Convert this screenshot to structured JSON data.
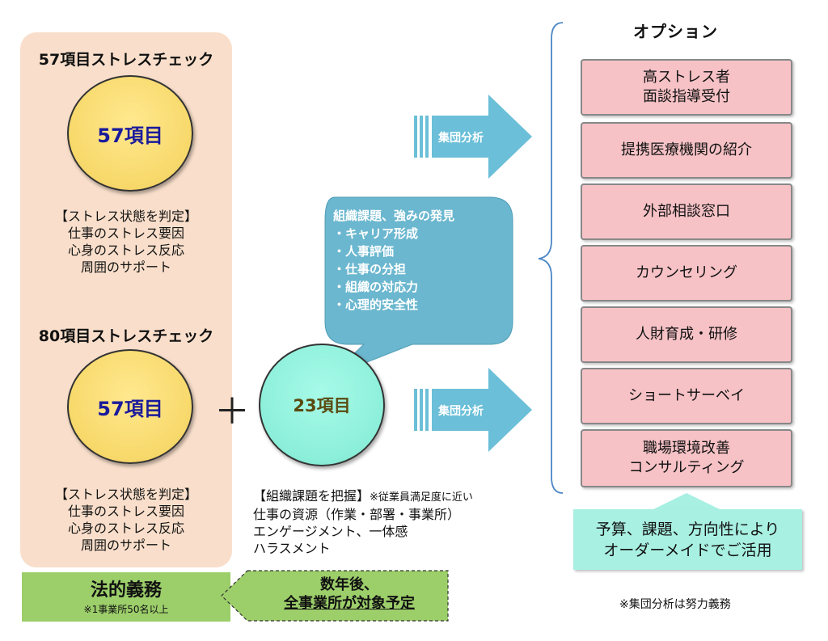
{
  "left": {
    "check57": {
      "title": "57項目ストレスチェック",
      "circle_label": "57項目",
      "desc": [
        "【ストレス状態を判定】",
        "仕事のストレス要因",
        "心身のストレス反応",
        "周囲のサポート"
      ]
    },
    "check80": {
      "title": "80項目ストレスチェック",
      "circle_label": "57項目",
      "desc": [
        "【ストレス状態を判定】",
        "仕事のストレス要因",
        "心身のストレス反応",
        "周囲のサポート"
      ]
    },
    "legal": {
      "title": "法的義務",
      "note": "※1事業所50名以上"
    }
  },
  "plus_symbol": "＋",
  "middle": {
    "circle_label": "23項目",
    "desc": {
      "heading": "【組織課題を把握】",
      "heading_note": "※従業員満足度に近い",
      "lines": [
        "仕事の資源（作業・部署・事業所）",
        "エンゲージメント、一体感",
        "ハラスメント"
      ]
    },
    "callout": {
      "title": "組織課題、強みの発見",
      "items": [
        "・キャリア形成",
        "・人事評価",
        "・仕事の分担",
        "・組織の対応力",
        "・心理的安全性"
      ]
    },
    "future": {
      "line1": "数年後、",
      "line2": "全事業所が対象予定"
    }
  },
  "arrows": {
    "top_label": "集団分析",
    "bottom_label": "集団分析"
  },
  "options": {
    "title": "オプション",
    "items": [
      {
        "line1": "高ストレス者",
        "line2": "面談指導受付"
      },
      {
        "line1": "提携医療機関の紹介"
      },
      {
        "line1": "外部相談窓口"
      },
      {
        "line1": "カウンセリング"
      },
      {
        "line1": "人財育成・研修"
      },
      {
        "line1": "ショートサーベイ"
      },
      {
        "line1": "職場環境改善",
        "line2": "コンサルティング"
      }
    ],
    "budget": {
      "line1": "予算、課題、方向性により",
      "line2": "オーダーメイドでご活用"
    }
  },
  "footnote": "※集団分析は努力義務",
  "colors": {
    "panel": "#f9dfcb",
    "yellow_circle": "#f7d86a",
    "teal_circle": "#8cefd9",
    "arrow": "#6bbfd8",
    "callout": "#6bb7cf",
    "option_box": "#f6c2c6",
    "budget_box": "#a8f0e2",
    "legal_box": "#9cce6a"
  }
}
